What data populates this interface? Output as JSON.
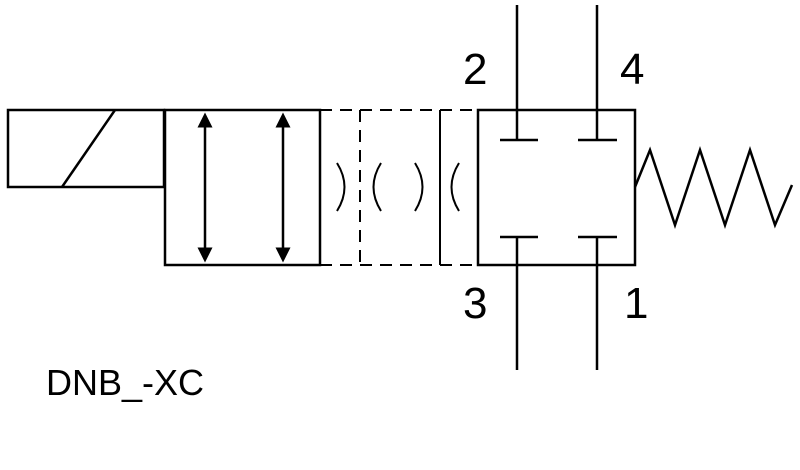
{
  "ports": {
    "p1": "1",
    "p2": "2",
    "p3": "3",
    "p4": "4"
  },
  "model_code": "DNB_-XC",
  "symbols": {
    "actuator": "solenoid-icon",
    "return": "spring-icon",
    "position_a": "double-arrow-flow-icon",
    "position_b": "blocked-ports-icon"
  },
  "colors": {
    "line": "#000000",
    "background": "#ffffff"
  }
}
